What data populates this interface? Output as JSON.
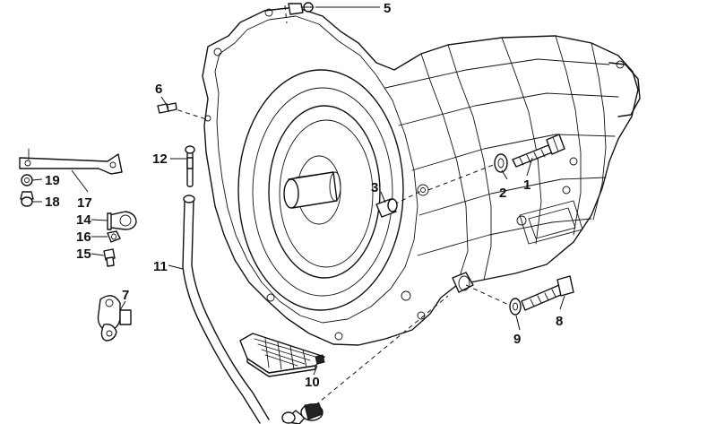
{
  "diagram": {
    "callouts": [
      "1",
      "2",
      "3",
      "5",
      "6",
      "7",
      "8",
      "9",
      "10",
      "11",
      "12",
      "14",
      "15",
      "16",
      "17",
      "18",
      "19"
    ]
  }
}
